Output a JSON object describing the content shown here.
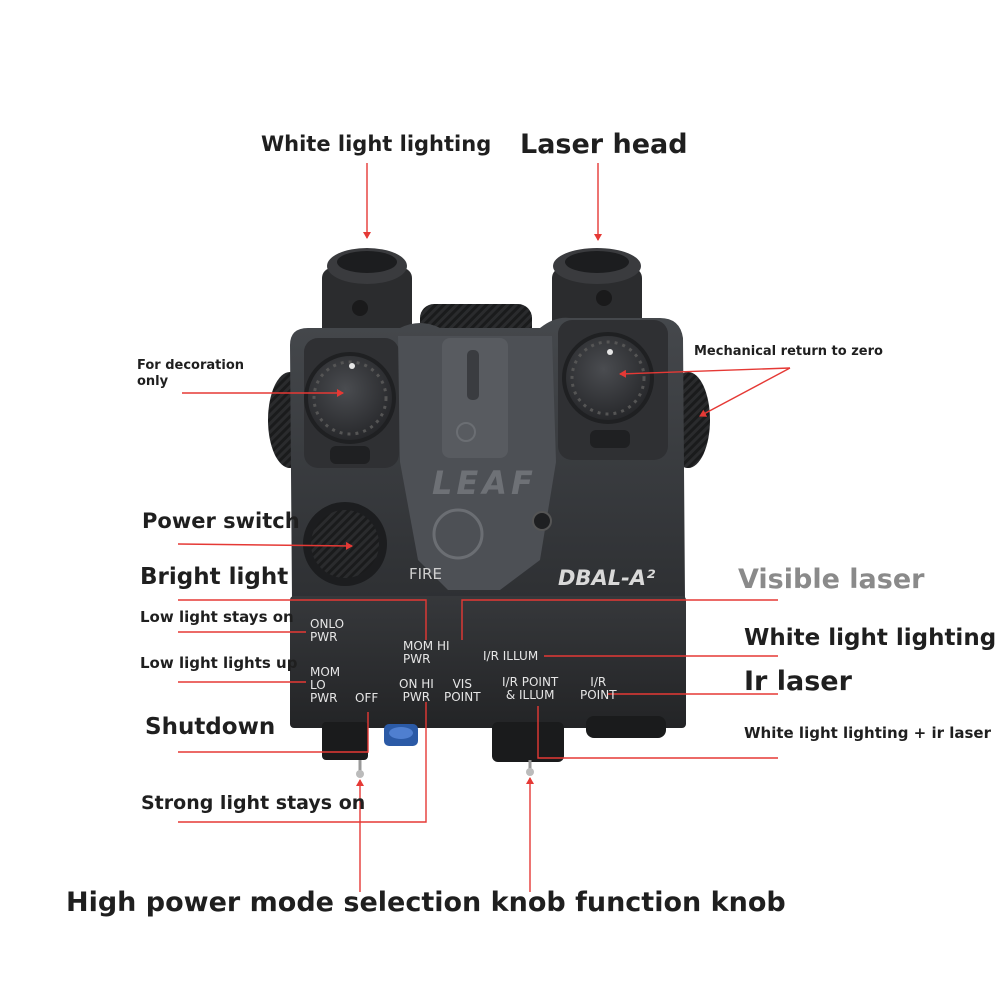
{
  "callouts": {
    "white_light_top": "White light lighting",
    "laser_head": "Laser head",
    "decoration": [
      "For decoration",
      "only"
    ],
    "mech_zero": "Mechanical return to zero",
    "power_switch": "Power switch",
    "bright_light": "Bright light",
    "visible_laser": "Visible laser",
    "low_stays_on": "Low light stays on",
    "white_light_right": "White light lighting",
    "low_lights_up": "Low light lights up",
    "ir_laser": "Ir laser",
    "shutdown": "Shutdown",
    "white_ir": "White light lighting + ir laser",
    "strong_stays_on": "Strong light stays on",
    "bottom_caption": "High power mode selection knob function knob"
  },
  "device_markings": {
    "model": "DBAL-A²",
    "brand": "LEAF",
    "fire": "FIRE",
    "onlo_pwr": [
      "ONLO",
      "PWR"
    ],
    "mom_lo_pwr": [
      "MOM",
      "LO",
      "PWR"
    ],
    "off": "OFF",
    "mom_hi_pwr": [
      "MOM HI",
      "PWR"
    ],
    "on_hi_pwr": [
      "ON HI",
      "PWR"
    ],
    "vis_point": [
      "VIS",
      "POINT"
    ],
    "ir_illum": "I/R ILLUM",
    "ir_point_illum": [
      "I/R POINT",
      "& ILLUM"
    ],
    "ir_point": [
      "I/R",
      "POINT"
    ]
  },
  "colors": {
    "arrow": "#e53935",
    "device_body": "#3a3c3f"
  }
}
